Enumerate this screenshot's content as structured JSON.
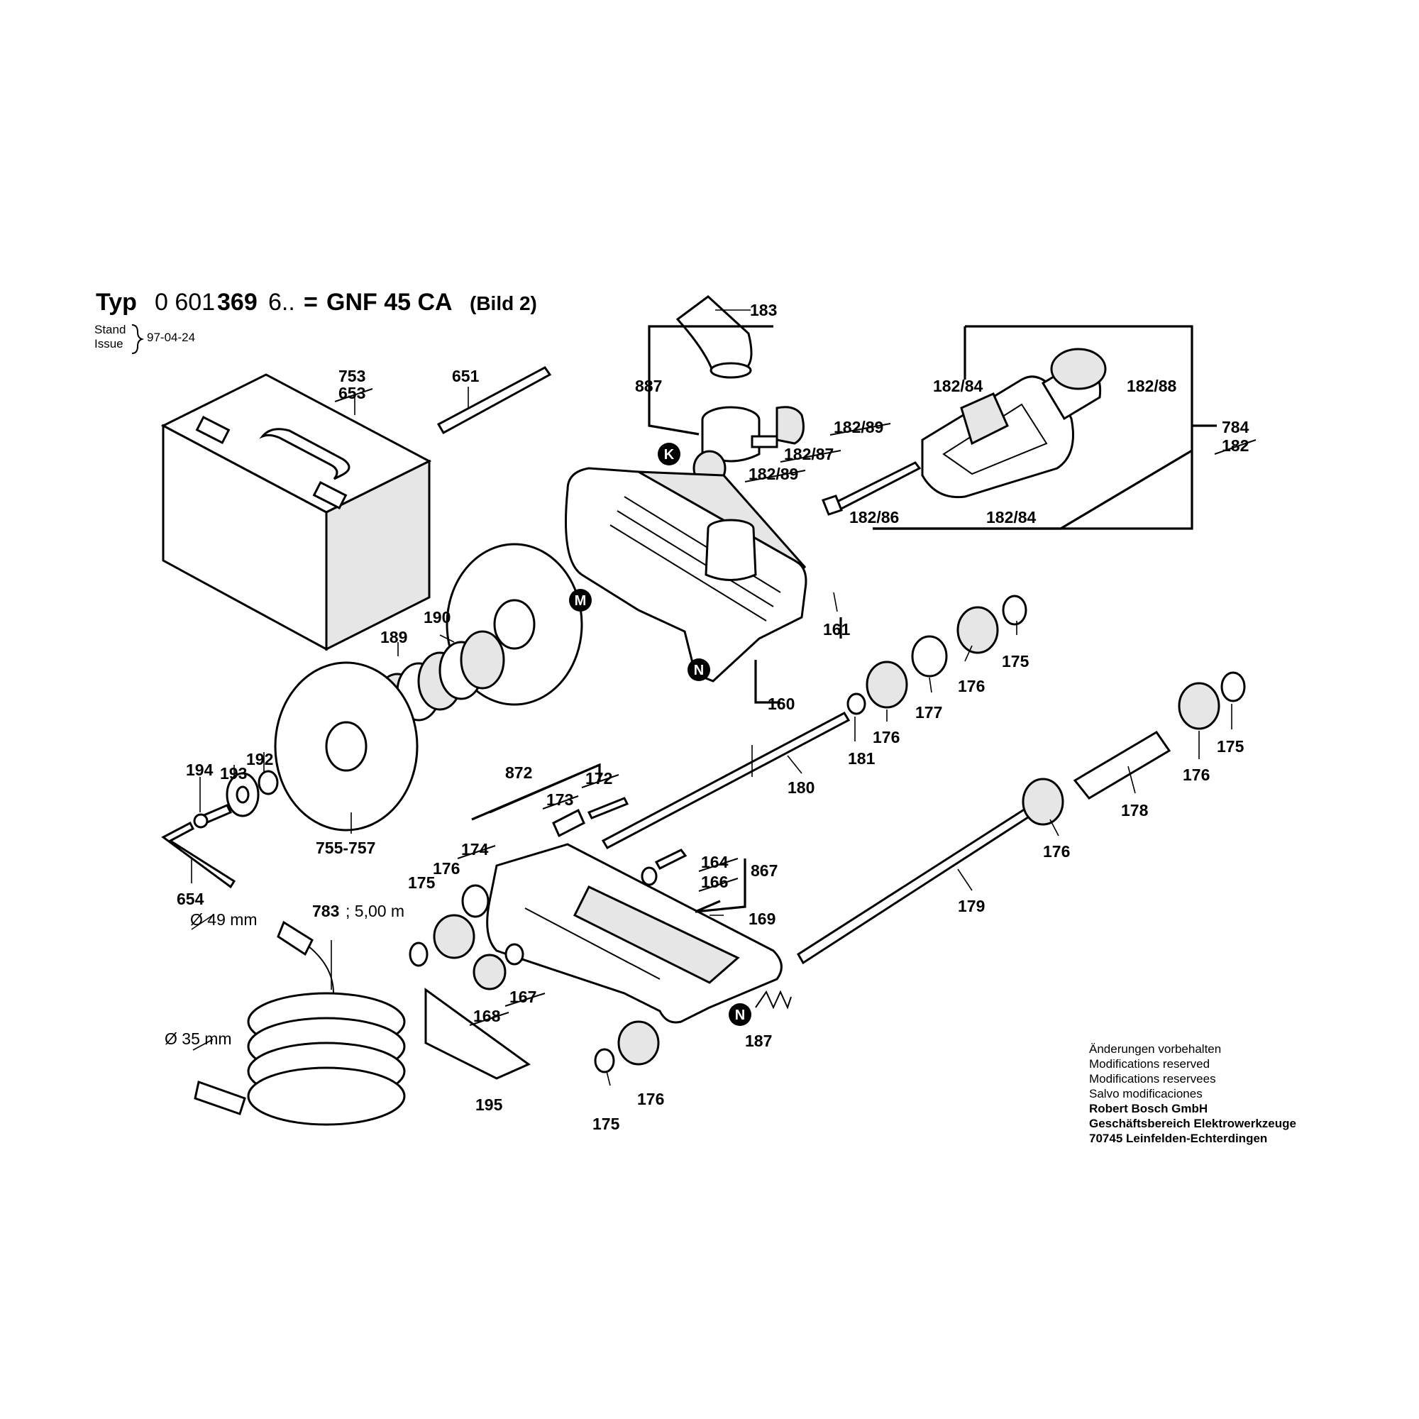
{
  "header": {
    "typ": "Typ",
    "code_a": "0 601",
    "code_b": "369",
    "code_c": "6..",
    "equals": "=",
    "model": "GNF 45 CA",
    "bild": "(Bild 2)",
    "stand": "Stand",
    "issue": "Issue",
    "date": "97-04-24"
  },
  "tags": {
    "k": "K",
    "m": "M",
    "n1": "N",
    "n2": "N"
  },
  "labels": {
    "p183": "183",
    "p887": "887",
    "p182_84a": "182/84",
    "p182_88": "182/88",
    "p784": "784",
    "p182s": "182",
    "p182_89a": "182/89",
    "p182_87": "182/87",
    "p182_89b": "182/89",
    "p182_86": "182/86",
    "p182_84b": "182/84",
    "p753": "753",
    "p653": "653",
    "p651": "651",
    "p161": "161",
    "p160": "160",
    "p189": "189",
    "p190": "190",
    "p175a": "175",
    "p176a": "176",
    "p177": "177",
    "p176b": "176",
    "p181": "181",
    "p180": "180",
    "p175b": "175",
    "p176c": "176",
    "p178": "178",
    "p176d": "176",
    "p179": "179",
    "p192": "192",
    "p193": "193",
    "p194": "194",
    "p755": "755-757",
    "p654": "654",
    "p872": "872",
    "p173": "173",
    "p172": "172",
    "p174": "174",
    "p176e": "176",
    "p175c": "175",
    "p164": "164",
    "p166": "166",
    "p867": "867",
    "p169": "169",
    "p783": "783",
    "p783len": "; 5,00 m",
    "d49": "Ø 49 mm",
    "d35": "Ø 35 mm",
    "p167": "167",
    "p168": "168",
    "p187": "187",
    "p176f": "176",
    "p175d": "175",
    "p195": "195"
  },
  "footer": {
    "l1": "Änderungen vorbehalten",
    "l2": "Modifications reserved",
    "l3": "Modifications reservees",
    "l4": "Salvo modificaciones",
    "l5": "Robert Bosch GmbH",
    "l6": "Geschäftsbereich Elektrowerkzeuge",
    "l7": "70745 Leinfelden-Echterdingen"
  }
}
